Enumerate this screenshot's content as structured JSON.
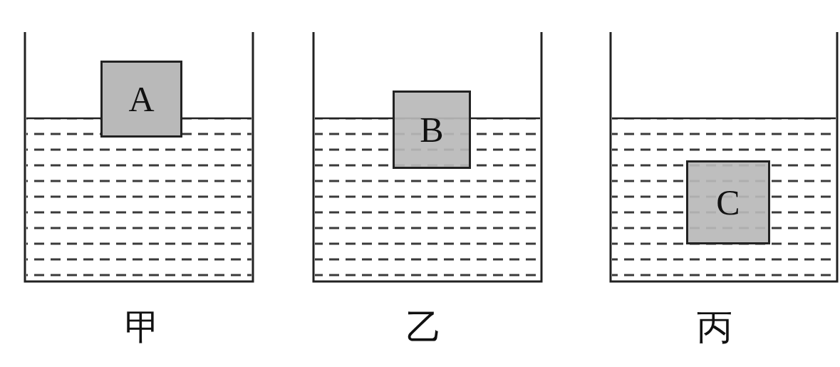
{
  "diagram": {
    "nodes": [
      {
        "text": [
          "A"
        ]
      },
      {
        "text": [
          "B"
        ]
      },
      {
        "text": [
          "C"
        ]
      }
    ],
    "labels": [
      "甲",
      "乙",
      "丙"
    ]
  }
}
